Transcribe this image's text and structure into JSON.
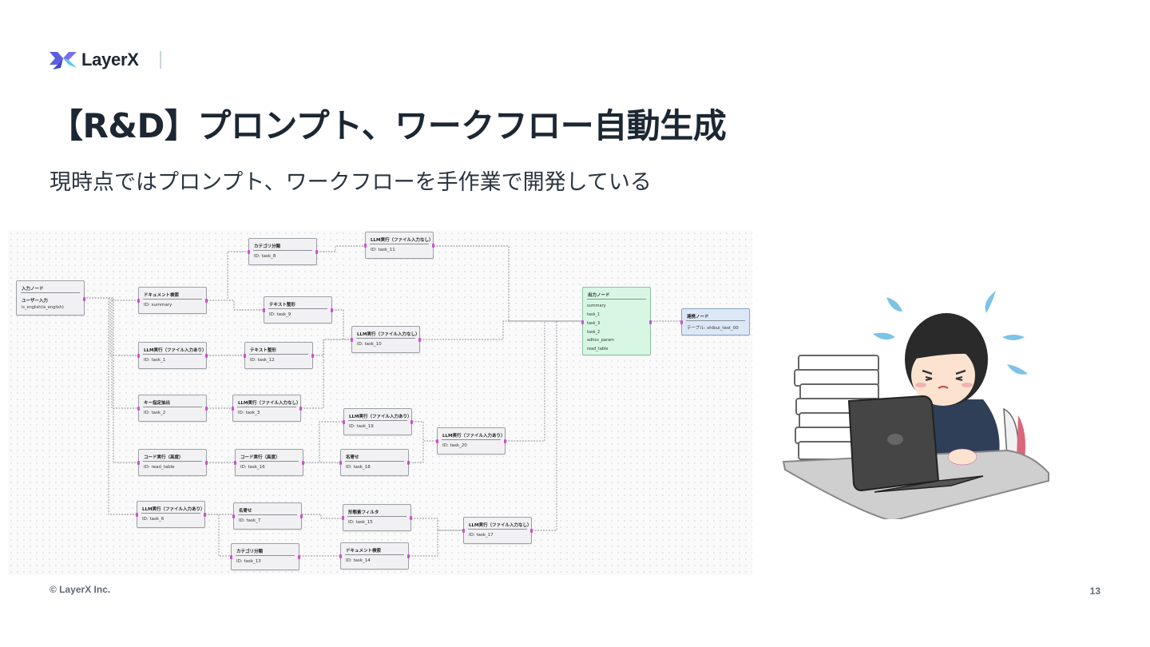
{
  "brand": {
    "name": "LayerX",
    "color": "#5b5fe0"
  },
  "title": "【R&D】プロンプト、ワークフロー自動生成",
  "subtitle": "現時点ではプロンプト、ワークフローを手作業で開発している",
  "footer": {
    "copyright": "© LayerX Inc.",
    "page_number": "13"
  },
  "workflow": {
    "input_node": {
      "title": "入力ノード",
      "sub": "ユーザー入力",
      "field": "is_english(is_english)"
    },
    "nodes": [
      {
        "key": "doc_search",
        "title": "ドキュメント検索",
        "id": "ID: summary"
      },
      {
        "key": "category_9",
        "title": "カテゴリ分類",
        "id": "ID: task_8"
      },
      {
        "key": "llm_11",
        "title": "LLM実行（ファイル入力なし）",
        "id": "ID: task_11"
      },
      {
        "key": "text_9",
        "title": "テキスト整形",
        "id": "ID: task_9"
      },
      {
        "key": "llm_10",
        "title": "LLM実行（ファイル入力なし）",
        "id": "ID: task_10"
      },
      {
        "key": "llm_1",
        "title": "LLM実行（ファイル入力あり）",
        "id": "ID: task_1"
      },
      {
        "key": "text_12",
        "title": "テキスト整形",
        "id": "ID: task_12"
      },
      {
        "key": "key_2",
        "title": "キー指定抽出",
        "id": "ID: task_2"
      },
      {
        "key": "llm_3",
        "title": "LLM実行（ファイル入力なし）",
        "id": "ID: task_3"
      },
      {
        "key": "llm_19",
        "title": "LLM実行（ファイル入力あり）",
        "id": "ID: task_19"
      },
      {
        "key": "llm_20",
        "title": "LLM実行（ファイル入力あり）",
        "id": "ID: task_20"
      },
      {
        "key": "code_rt",
        "title": "コード実行（高度）",
        "id": "ID: read_table"
      },
      {
        "key": "code_16",
        "title": "コード実行（高度）",
        "id": "ID: task_16"
      },
      {
        "key": "name_18",
        "title": "名寄せ",
        "id": "ID: task_18"
      },
      {
        "key": "llm_6",
        "title": "LLM実行（ファイル入力あり）",
        "id": "ID: task_6"
      },
      {
        "key": "name_7",
        "title": "名寄せ",
        "id": "ID: task_7"
      },
      {
        "key": "filter_15",
        "title": "形態素フィルタ",
        "id": "ID: task_15"
      },
      {
        "key": "llm_17",
        "title": "LLM実行（ファイル入力なし）",
        "id": "ID: task_17"
      },
      {
        "key": "category_13",
        "title": "カテゴリ分類",
        "id": "ID: task_13"
      },
      {
        "key": "doc_14",
        "title": "ドキュメント検索",
        "id": "ID: task_14"
      }
    ],
    "output_node": {
      "title": "出力ノード",
      "fields": [
        "summary",
        "task_1",
        "task_3",
        "task_2",
        "adhoc_param",
        "read_table"
      ]
    },
    "link_node": {
      "title": "連携ノード",
      "id": "テーブル: shibui_test_00"
    }
  },
  "illustration": {
    "name": "stressed-worker-illustration"
  }
}
